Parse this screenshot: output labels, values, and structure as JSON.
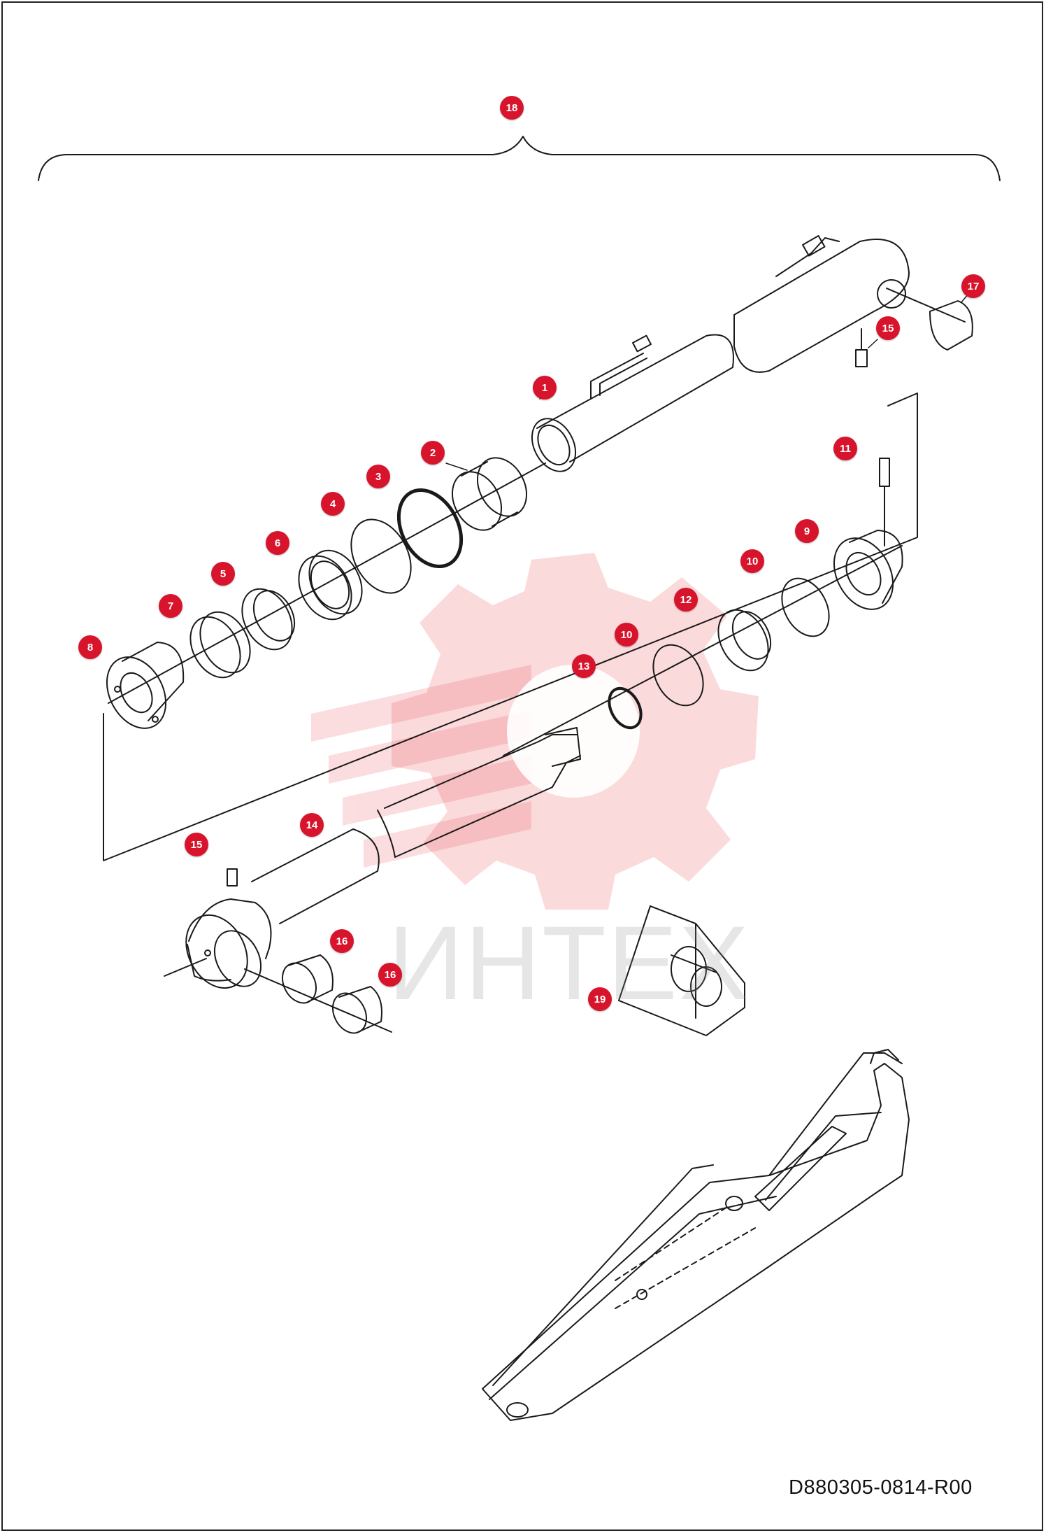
{
  "document_code": "D880305-0814-R00",
  "watermark": {
    "text": "ИНТЕХ",
    "color": "#e8323c"
  },
  "badge_color": "#d7142b",
  "callouts": [
    {
      "label": "18"
    },
    {
      "label": "17"
    },
    {
      "label": "15"
    },
    {
      "label": "1"
    },
    {
      "label": "2"
    },
    {
      "label": "3"
    },
    {
      "label": "11"
    },
    {
      "label": "4"
    },
    {
      "label": "6"
    },
    {
      "label": "9"
    },
    {
      "label": "10"
    },
    {
      "label": "5"
    },
    {
      "label": "12"
    },
    {
      "label": "7"
    },
    {
      "label": "10"
    },
    {
      "label": "8"
    },
    {
      "label": "13"
    },
    {
      "label": "14"
    },
    {
      "label": "15"
    },
    {
      "label": "16"
    },
    {
      "label": "16"
    },
    {
      "label": "19"
    }
  ]
}
